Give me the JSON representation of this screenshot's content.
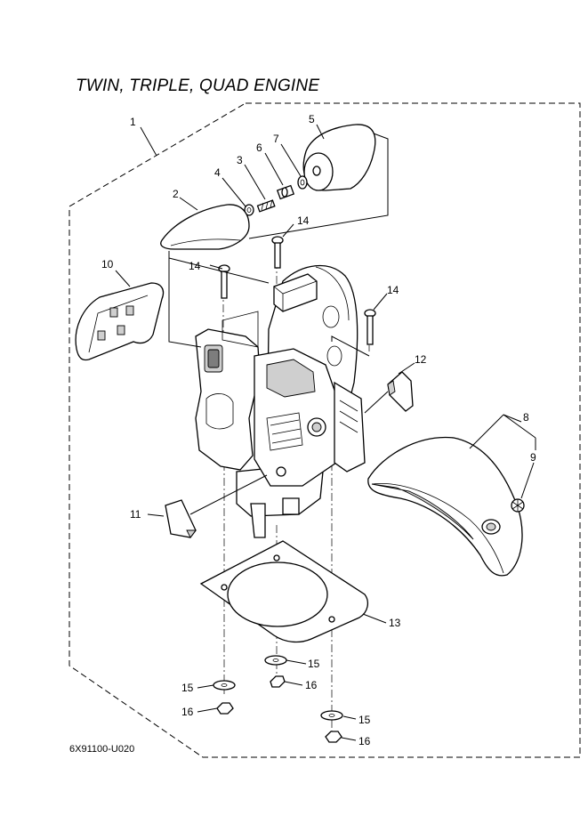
{
  "page": {
    "title": "TWIN, TRIPLE, QUAD ENGINE",
    "code": "6X91100-U020"
  },
  "callouts": [
    {
      "id": "c1",
      "label": "1"
    },
    {
      "id": "c2",
      "label": "2"
    },
    {
      "id": "c3",
      "label": "3"
    },
    {
      "id": "c4",
      "label": "4"
    },
    {
      "id": "c5",
      "label": "5"
    },
    {
      "id": "c6",
      "label": "6"
    },
    {
      "id": "c7",
      "label": "7"
    },
    {
      "id": "c8",
      "label": "8"
    },
    {
      "id": "c9",
      "label": "9"
    },
    {
      "id": "c10",
      "label": "10"
    },
    {
      "id": "c11",
      "label": "11"
    },
    {
      "id": "c12",
      "label": "12"
    },
    {
      "id": "c13",
      "label": "13"
    },
    {
      "id": "c14a",
      "label": "14"
    },
    {
      "id": "c14b",
      "label": "14"
    },
    {
      "id": "c14c",
      "label": "14"
    },
    {
      "id": "c15a",
      "label": "15"
    },
    {
      "id": "c15b",
      "label": "15"
    },
    {
      "id": "c15c",
      "label": "15"
    },
    {
      "id": "c16a",
      "label": "16"
    },
    {
      "id": "c16b",
      "label": "16"
    },
    {
      "id": "c16c",
      "label": "16"
    }
  ]
}
